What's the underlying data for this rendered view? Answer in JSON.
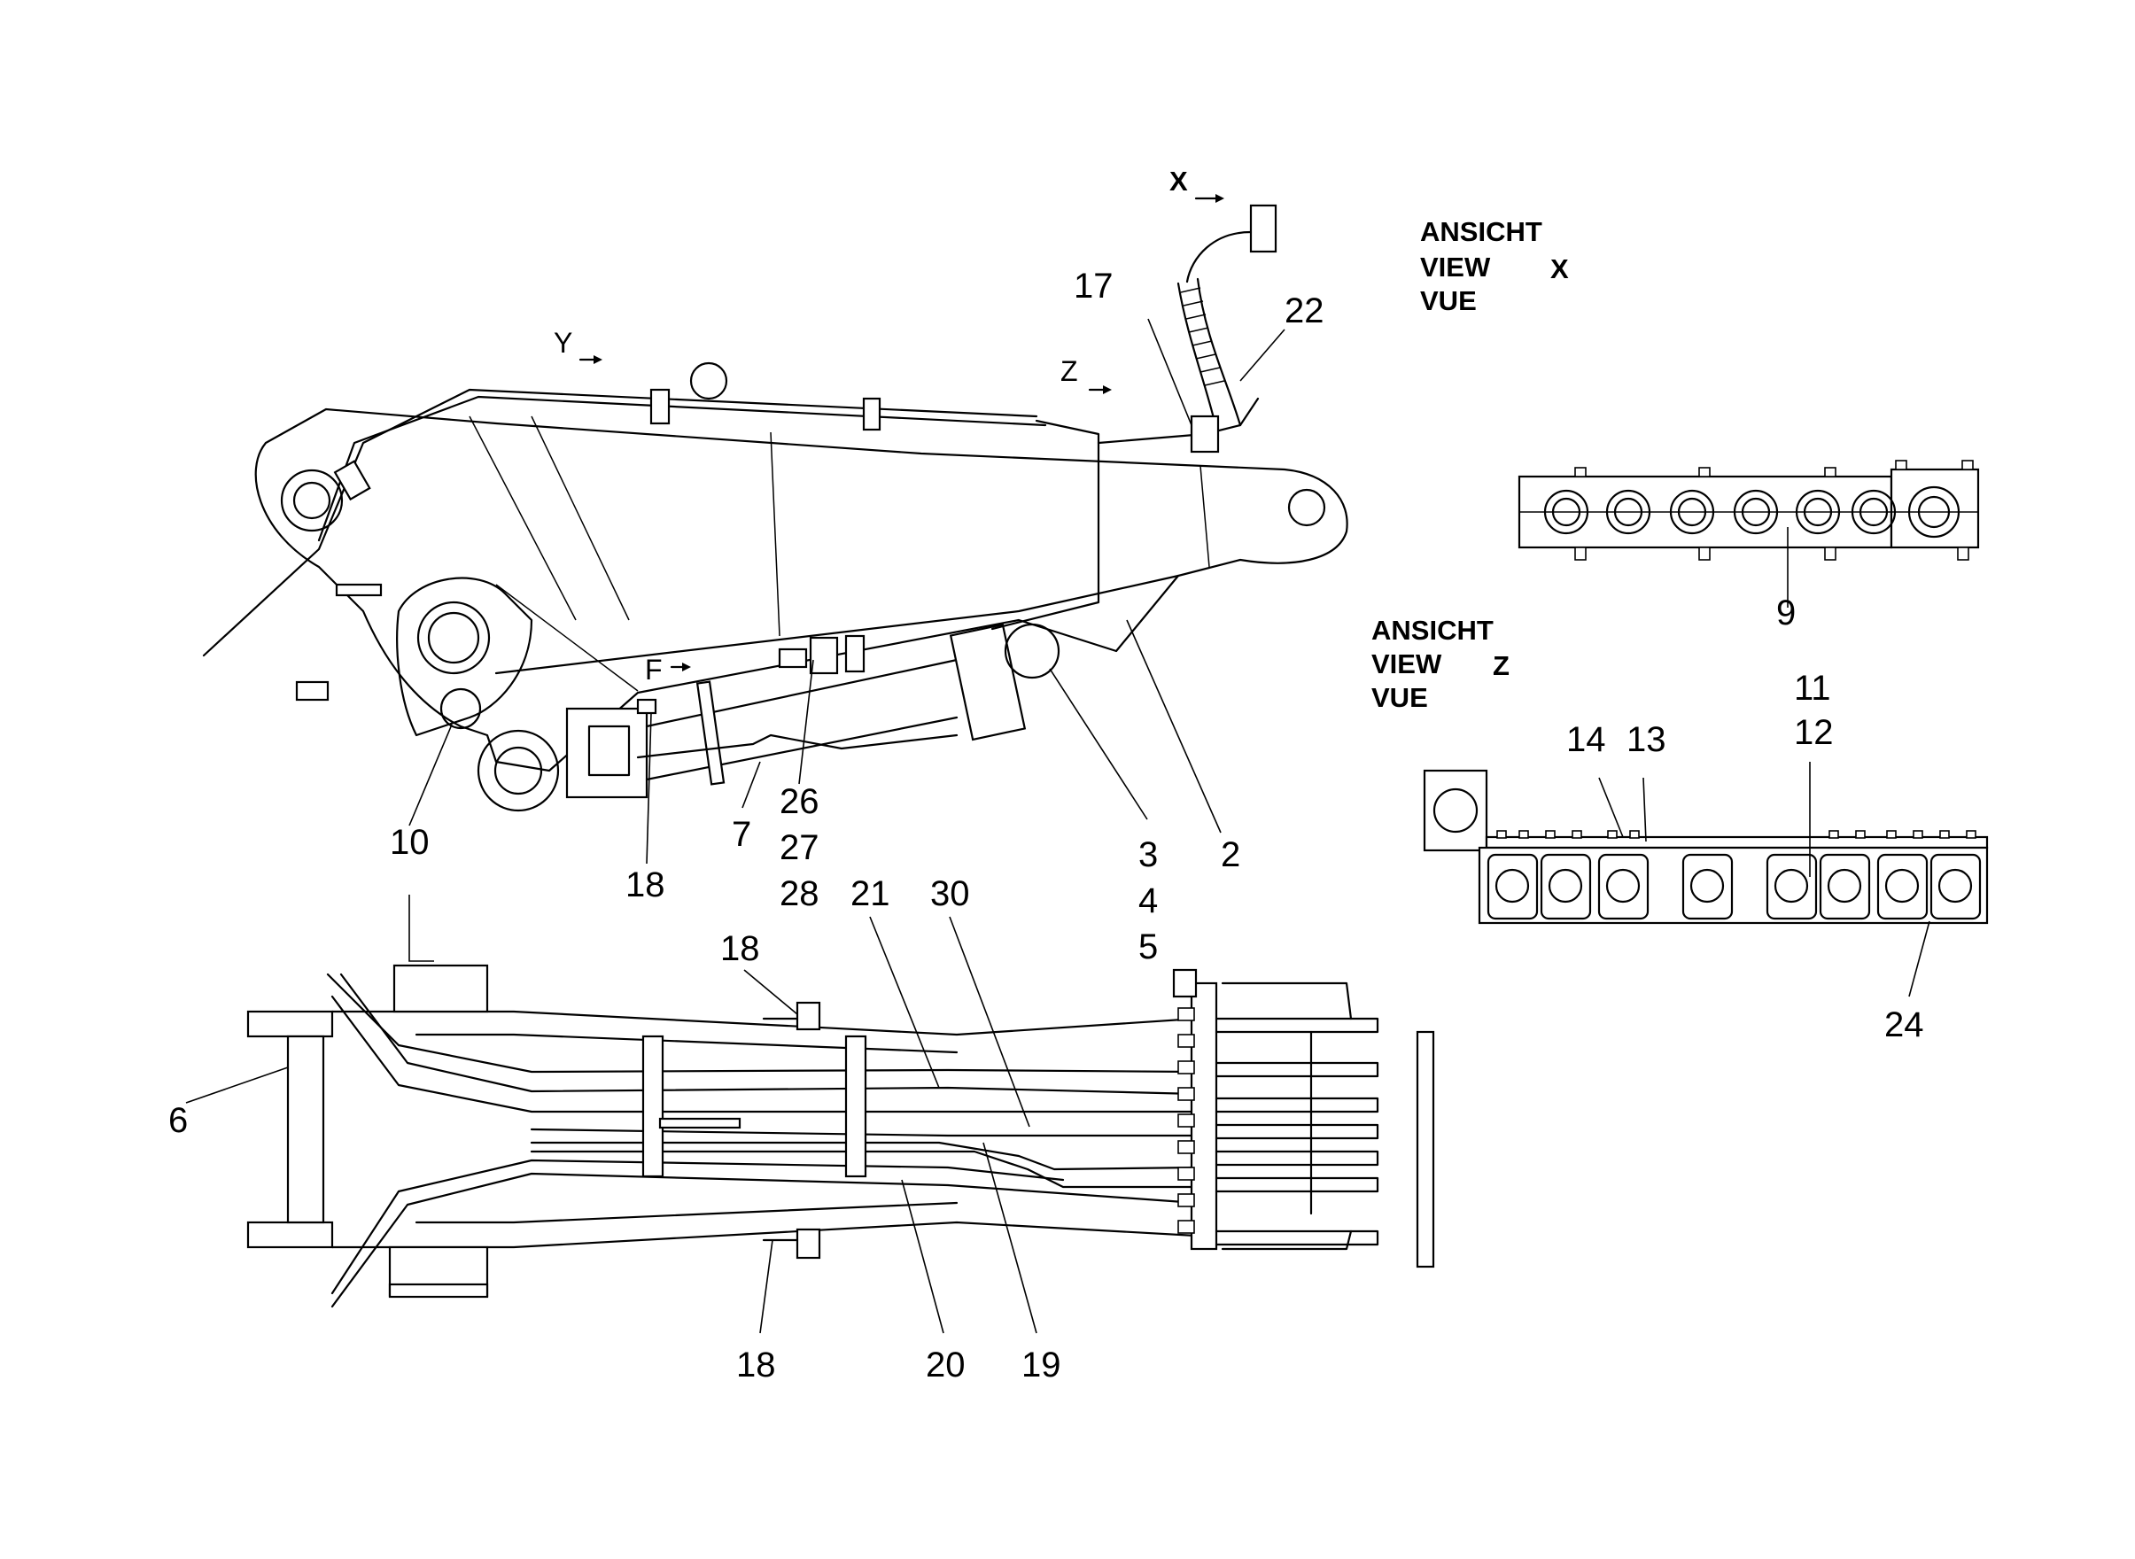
{
  "views": {
    "x": {
      "line1": "ANSICHT",
      "line2": "VIEW",
      "line3": "VUE",
      "letter": "X"
    },
    "z": {
      "line1": "ANSICHT",
      "line2": "VIEW",
      "line3": "VUE",
      "letter": "Z"
    }
  },
  "view_arrows": {
    "x": "X",
    "y": "Y",
    "z": "Z",
    "f": "F"
  },
  "callouts": {
    "c2": "2",
    "c3": "3",
    "c4": "4",
    "c5": "5",
    "c6": "6",
    "c7": "7",
    "c9": "9",
    "c10": "10",
    "c11": "11",
    "c12": "12",
    "c13": "13",
    "c14": "14",
    "c17": "17",
    "c18a": "18",
    "c18b": "18",
    "c18c": "18",
    "c19": "19",
    "c20": "20",
    "c21": "21",
    "c22": "22",
    "c24": "24",
    "c26": "26",
    "c27": "27",
    "c28": "28",
    "c30": "30"
  }
}
